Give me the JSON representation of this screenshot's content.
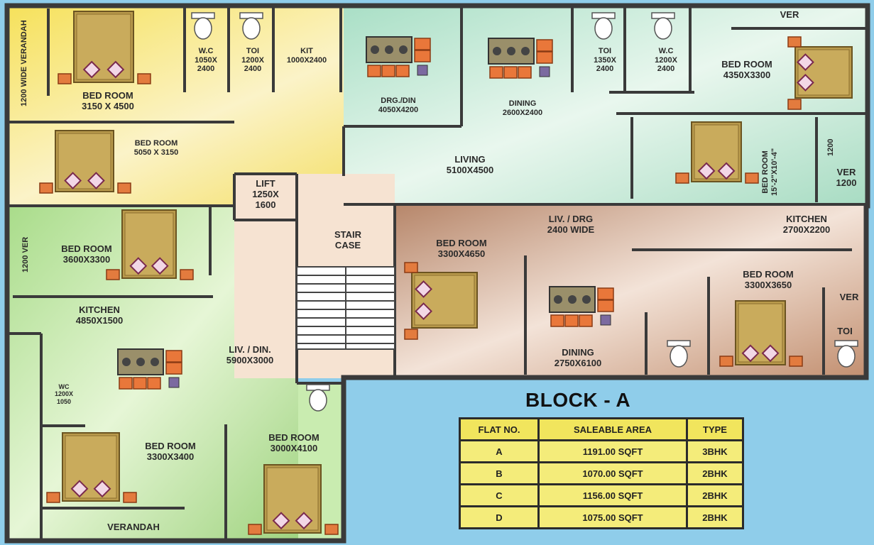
{
  "plan": {
    "labels": {
      "verandah_1200": "1200 WIDE VERANDAH",
      "bed_3150": [
        "BED ROOM",
        "3150 X 4500"
      ],
      "wc_1050": [
        "W.C",
        "1050X",
        "2400"
      ],
      "toi_1200": [
        "TOI",
        "1200X",
        "2400"
      ],
      "kit_1000": [
        "KIT",
        "1000X2400"
      ],
      "drg_din": [
        "DRG./DIN",
        "4050X4200"
      ],
      "bed_5050": [
        "BED ROOM",
        "5050 X 3150"
      ],
      "lift": [
        "LIFT",
        "1250X",
        "1600"
      ],
      "dining_2600": [
        "DINING",
        "2600X2400"
      ],
      "toi_1350": [
        "TOI",
        "1350X",
        "2400"
      ],
      "wc_1200": [
        "W.C",
        "1200X",
        "2400"
      ],
      "ver_top": "VER",
      "bed_4350": [
        "BED ROOM",
        "4350X3300"
      ],
      "living_5100": [
        "LIVING",
        "5100X4500"
      ],
      "bed_15": [
        "BED ROOM",
        "15'-2\"X10'-4\""
      ],
      "dim_1200": "1200",
      "ver_1200": [
        "VER",
        "1200"
      ],
      "bed_3600": [
        "BED ROOM",
        "3600X3300"
      ],
      "ver_side": "1200 VER",
      "kitchen_4850": [
        "KITCHEN",
        "4850X1500"
      ],
      "stair": [
        "STAIR",
        "CASE"
      ],
      "liv_din_5900": [
        "LIV. / DIN.",
        "5900X3000"
      ],
      "wc_small": [
        "WC",
        "1200X",
        "1050"
      ],
      "bed_3300_3400": [
        "BED ROOM",
        "3300X3400"
      ],
      "bed_3000_4100": [
        "BED ROOM",
        "3000X4100"
      ],
      "verandah_bottom": "VERANDAH",
      "bed_3300_4650": [
        "BED ROOM",
        "3300X4650"
      ],
      "liv_drg": [
        "LIV. / DRG",
        "2400 WIDE"
      ],
      "kitchen_2700": [
        "KITCHEN",
        "2700X2200"
      ],
      "bed_3300_3650": [
        "BED ROOM",
        "3300X3650"
      ],
      "ver_right": "VER",
      "toi_right": "TOI",
      "dining_2750": [
        "DINING",
        "2750X6100"
      ]
    }
  },
  "block": {
    "title": "BLOCK - A",
    "columns": [
      "FLAT NO.",
      "SALEABLE AREA",
      "TYPE"
    ],
    "rows": [
      [
        "A",
        "1191.00 SQFT",
        "3BHK"
      ],
      [
        "B",
        "1070.00 SQFT",
        "2BHK"
      ],
      [
        "C",
        "1156.00 SQFT",
        "2BHK"
      ],
      [
        "D",
        "1075.00 SQFT",
        "2BHK"
      ]
    ]
  },
  "colors": {
    "flat_yellow": "#f3e46a",
    "flat_green": "#b7e39a",
    "flat_teal": "#bfe7d2",
    "flat_brown": "#c89a80",
    "wall": "#3a3a3a",
    "sea": "#8fcdea"
  }
}
